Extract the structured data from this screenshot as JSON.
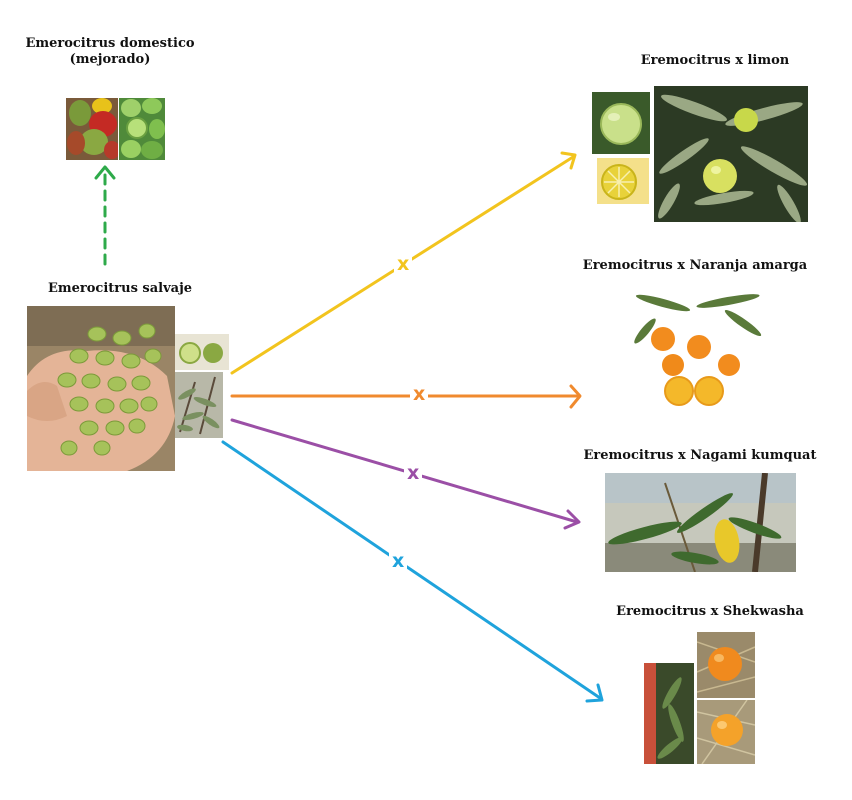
{
  "nodes": {
    "domestic": {
      "title_line1": "Emerocitrus domestico",
      "title_line2": "(mejorado)"
    },
    "wild": {
      "title": "Emerocitrus salvaje"
    },
    "limon": {
      "title": "Eremocitrus x limon"
    },
    "naranja": {
      "title": "Eremocitrus x Naranja amarga"
    },
    "kumquat": {
      "title": "Eremocitrus x Nagami kumquat"
    },
    "shekwasha": {
      "title": "Eremocitrus x Shekwasha"
    }
  },
  "cross_symbol": "x",
  "colors": {
    "domestication_arrow": "#2eaa4a",
    "limon": "#f2c41e",
    "naranja": "#f08a2e",
    "kumquat": "#9b4fa6",
    "shekwasha": "#1fa3dc"
  }
}
